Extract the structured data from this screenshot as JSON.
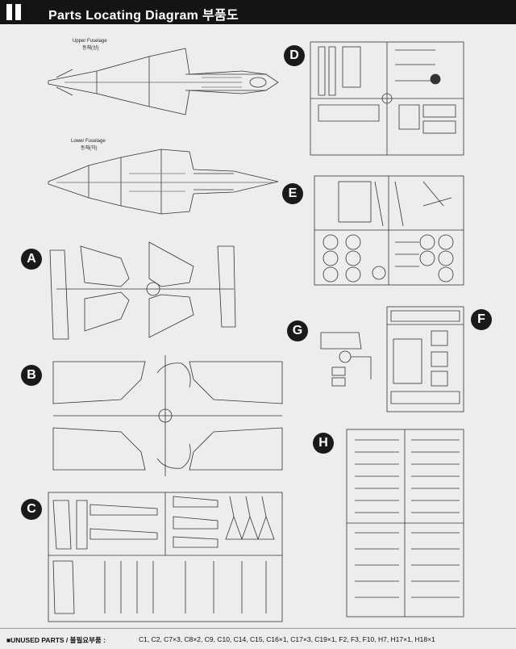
{
  "header": {
    "title": "Parts Locating Diagram 부품도"
  },
  "sections": {
    "A": "A",
    "B": "B",
    "C": "C",
    "D": "D",
    "E": "E",
    "F": "F",
    "G": "G",
    "H": "H"
  },
  "fuselage": {
    "upper_en": "Upper Fuselage",
    "upper_ko": "동체(상)",
    "lower_en": "Lower Fuselage",
    "lower_ko": "동체(하)"
  },
  "footer": {
    "unused_label": "■UNUSED PARTS / 불필요부품 :",
    "unused_list": "C1, C2, C7×3, C8×2, C9, C10, C14, C15, C16×1, C17×3, C19×1, F2, F3, F10, H7, H17×1, H18×1"
  }
}
